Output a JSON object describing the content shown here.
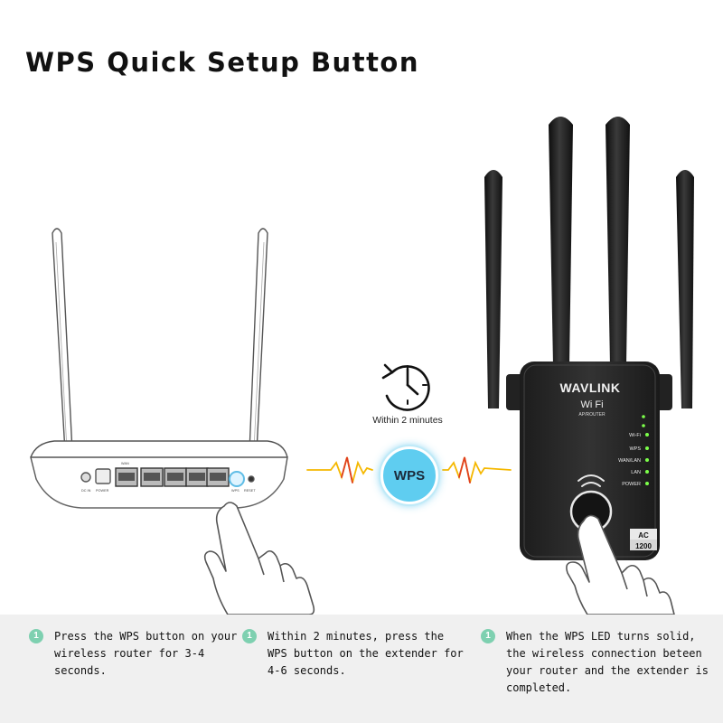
{
  "title": "WPS Quick Setup Button",
  "clock_label": "Within 2 minutes",
  "wps_label": "WPS",
  "router": {
    "port_labels": [
      "DC IN",
      "POWER",
      "WAN",
      "WPS",
      "RESET"
    ]
  },
  "extender": {
    "brand": "WAVLINK",
    "wifi": "Wi Fi",
    "mode": "AP/ROUTER",
    "leds": [
      "Wi-Fi",
      "WPS",
      "WAN/LAN",
      "LAN",
      "POWER"
    ],
    "badge_top": "AC",
    "badge_bottom": "1200"
  },
  "steps": [
    {
      "num": "1",
      "text": "Press the WPS button on your wireless router for 3-4 seconds."
    },
    {
      "num": "1",
      "text": "Within 2 minutes, press the WPS button on the extender for 4-6 seconds."
    },
    {
      "num": "1",
      "text": "When the WPS LED turns solid, the wireless connection beteen your router and the extender is completed."
    }
  ],
  "colors": {
    "accent": "#5fcdf0",
    "signal": "#f5b800",
    "step_badge": "#7ed0b0",
    "extender_body": "#262626",
    "led_green": "#7cff4a"
  }
}
